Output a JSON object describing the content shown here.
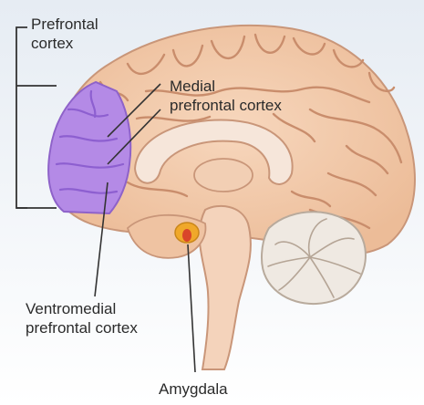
{
  "labels": {
    "prefrontal_cortex": [
      "Prefrontal",
      "cortex"
    ],
    "medial_prefrontal_cortex": [
      "Medial",
      "prefrontal cortex"
    ],
    "ventromedial_prefrontal_cortex": [
      "Ventromedial",
      "prefrontal cortex"
    ],
    "amygdala": "Amygdala"
  },
  "colors": {
    "background_top": "#e6ecf3",
    "background_bottom": "#ffffff",
    "cortex": "#f2c8a8",
    "cortex_outline": "#c99679",
    "prefrontal_highlight": "#b48ae6",
    "amygdala": "#f0a82a",
    "amygdala_core": "#d9452a",
    "brainstem": "#f4d3bb",
    "cerebellum": "#efe9e2",
    "callout_lines": "#333333"
  }
}
